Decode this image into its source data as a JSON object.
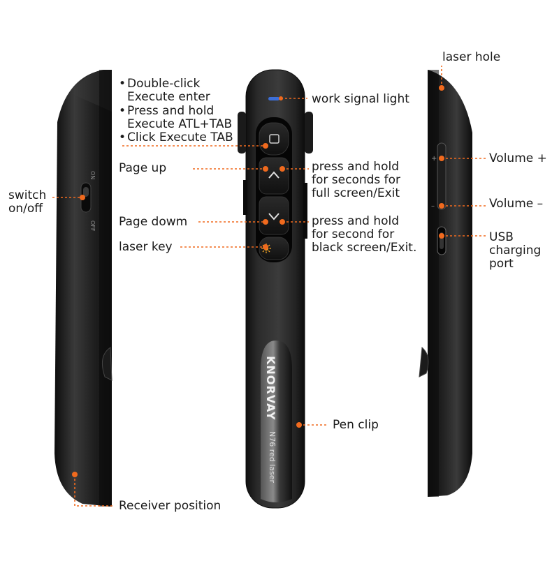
{
  "product": {
    "brand": "KNORVAY",
    "model": "N76 red laser"
  },
  "buttons": {
    "menu_label": "menu-button",
    "up_icon": "chevron-up-icon",
    "down_icon": "chevron-down-icon",
    "laser_icon": "sun-icon"
  },
  "switch_text": {
    "on": "ON",
    "off": "OFF"
  },
  "side_symbols": {
    "plus": "+",
    "minus": "–"
  },
  "callouts": {
    "double_click_1": "Double-click",
    "double_click_2": "Execute enter",
    "press_hold_1": "Press and hold",
    "press_hold_2": "Execute ATL+TAB",
    "click_tab": "Click Execute TAB",
    "page_up": "Page up",
    "page_down": "Page dowm",
    "laser_key": "laser key",
    "switch_1": "switch",
    "switch_2": "on/off",
    "receiver": "Receiver position",
    "work_signal": "work signal light",
    "fullscreen_1": "press and hold",
    "fullscreen_2": "for seconds for",
    "fullscreen_3": "full screen/Exit",
    "black_1": "press and hold",
    "black_2": "for second for",
    "black_3": "black screen/Exit.",
    "pen_clip": "Pen clip",
    "laser_hole": "laser hole",
    "volume_up": "Volume +",
    "volume_down": "Volume –",
    "usb_1": "USB",
    "usb_2": "charging",
    "usb_3": "port"
  },
  "colors": {
    "callout": "#f06a1e",
    "body_dark": "#1b1b1b",
    "body_mid": "#2c2c2c",
    "indicator": "#3d6fd8",
    "laser": "#f5a623"
  }
}
